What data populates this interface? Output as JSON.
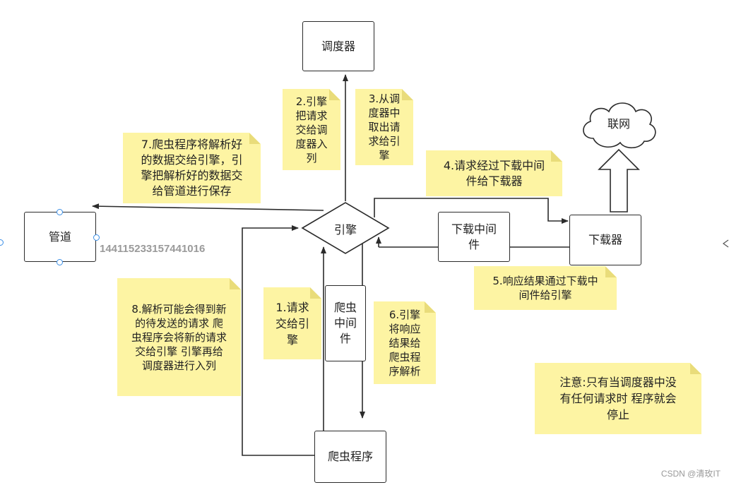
{
  "nodes": {
    "scheduler": "调度器",
    "engine": "引擎",
    "pipeline": "管道",
    "downloader_middleware": "下载中间件",
    "downloader": "下载器",
    "spider_middleware": "爬虫中间件",
    "spider": "爬虫程序",
    "internet": "联网"
  },
  "notes": {
    "n1": "1.请求\n交给引\n擎",
    "n2": "2.引擎\n把请求\n交给调\n度器入\n列",
    "n3": "3.从调\n度器中\n取出请\n求给引\n擎",
    "n4": "4.请求经过下载中间\n件给下载器",
    "n5": "5.响应结果通过下载中\n间件给引擎",
    "n6": "6.引擎\n将响应\n结果给\n爬虫程\n序解析",
    "n7": "7.爬虫程序将解析好\n的数据交给引擎，引\n擎把解析好的数据交\n给管道进行保存",
    "n8": "8.解析可能会得到新\n的待发送的请求 爬\n虫程序会将新的请求\n交给引擎 引擎再给\n调度器进行入列",
    "caution": "注意:只有当调度器中没\n有任何请求时 程序就会\n停止"
  },
  "id_label": "1441152331574410​16",
  "watermark": "CSDN @清玫IT"
}
